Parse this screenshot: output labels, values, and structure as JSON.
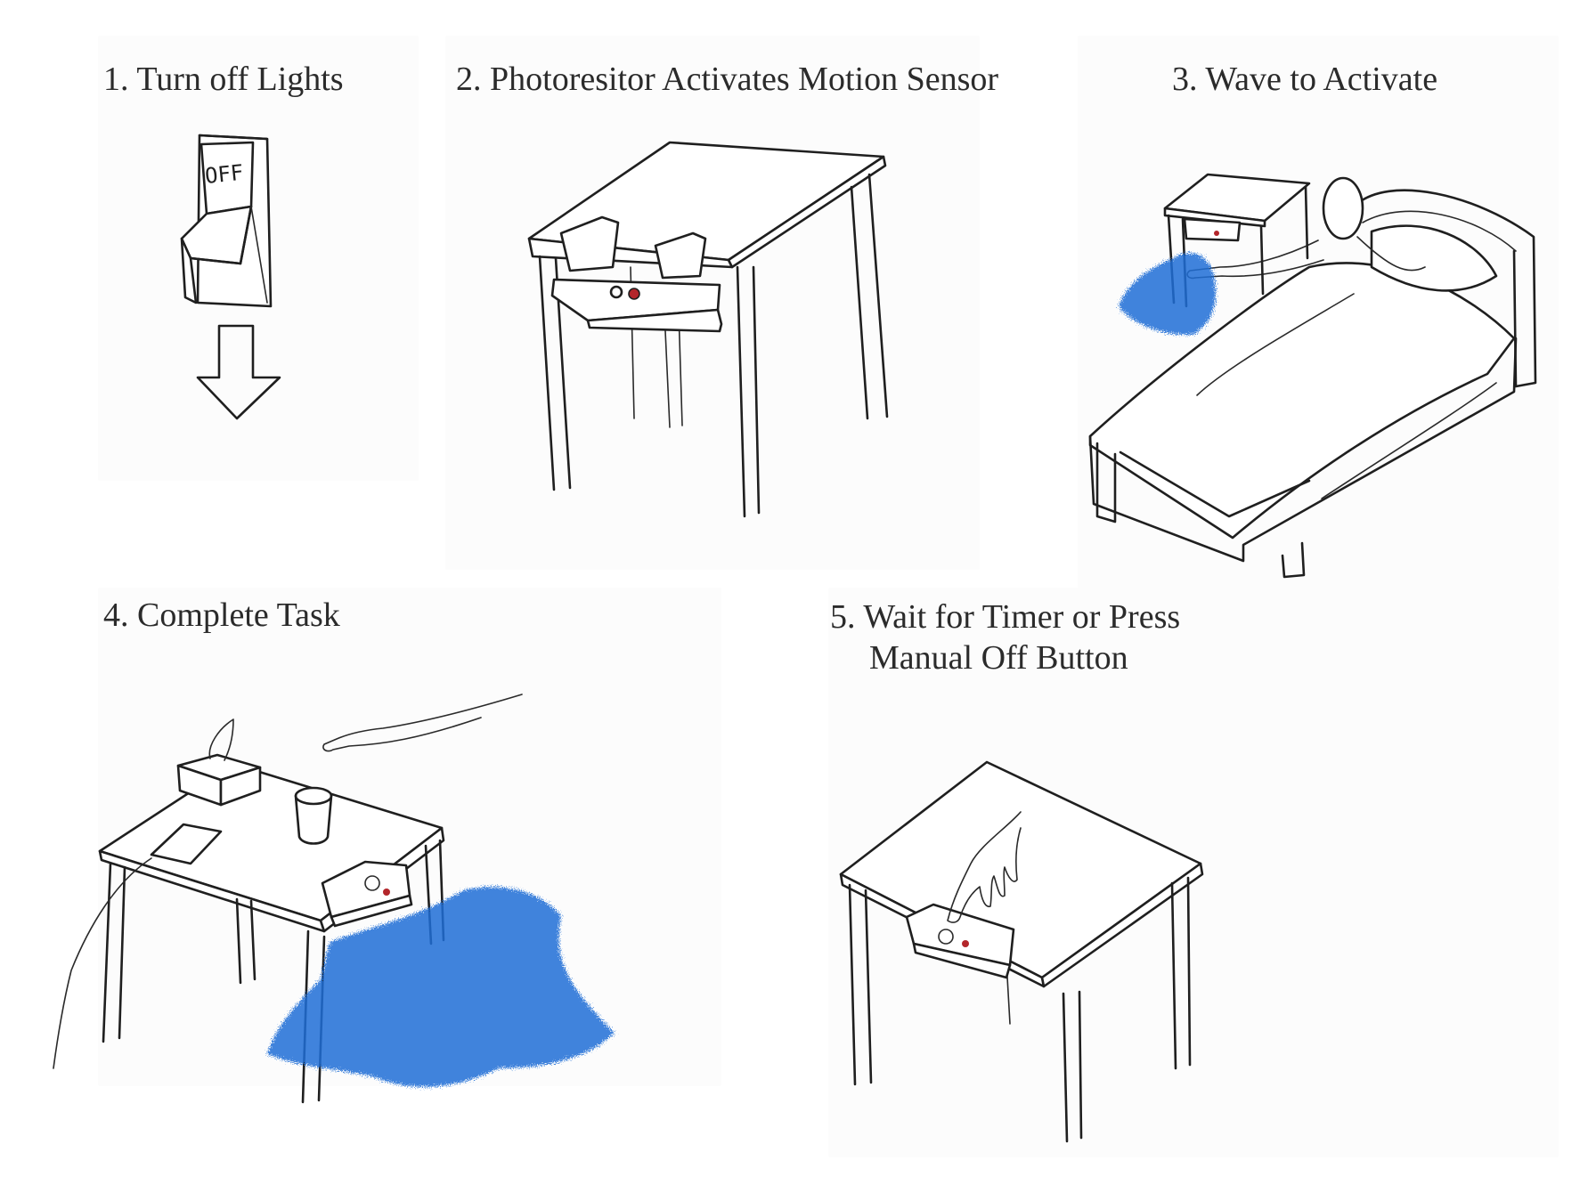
{
  "steps": [
    {
      "number": "1.",
      "title": "Turn off Lights"
    },
    {
      "number": "2.",
      "title": "Photoresitor Activates Motion Sensor"
    },
    {
      "number": "3.",
      "title": "Wave to Activate"
    },
    {
      "number": "4.",
      "title": "Complete Task"
    },
    {
      "number": "5.",
      "title_line1": "Wait for Timer or Press",
      "title_line2": "Manual Off Button"
    }
  ],
  "switch": {
    "label": "OFF"
  },
  "colors": {
    "ink": "#1f1f1f",
    "light_glow": "#1f6fd6",
    "indicator_red": "#b3262b",
    "paper": "#ffffff"
  },
  "icons": [
    "light-switch-icon",
    "down-arrow-icon",
    "nightstand-icon",
    "bed-icon",
    "hand-icon",
    "tissue-box-icon",
    "cup-icon",
    "phone-icon"
  ]
}
